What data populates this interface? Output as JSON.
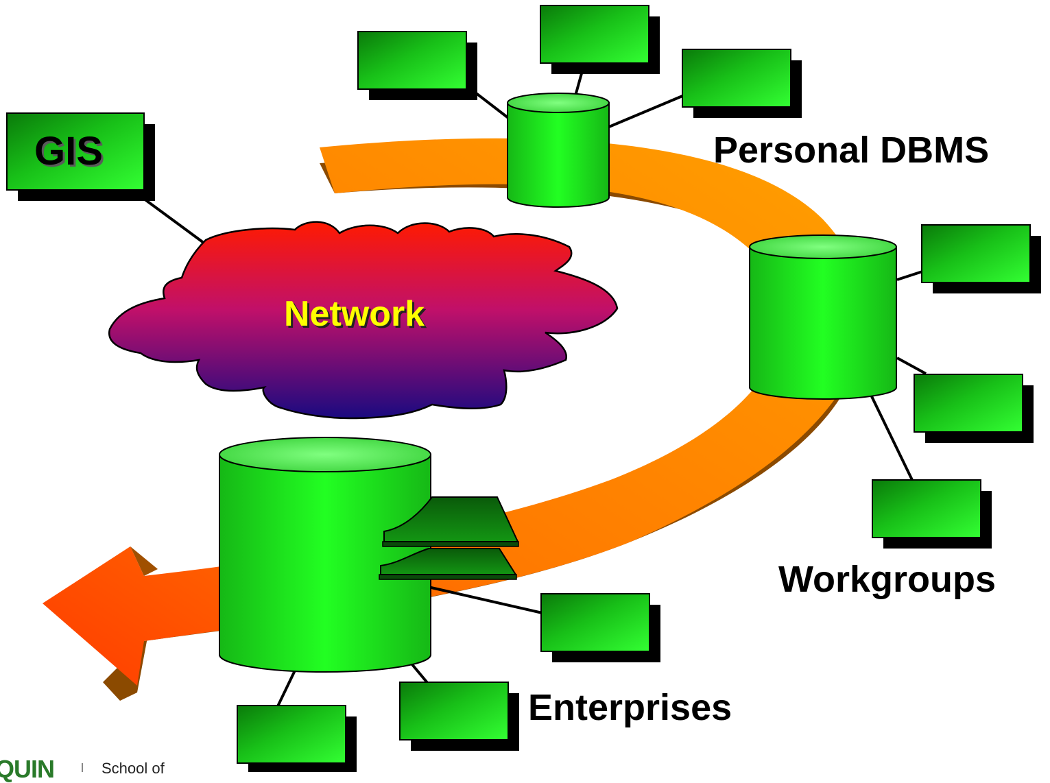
{
  "diagram": {
    "gis_label": "GIS",
    "network_label": "Network",
    "personal_dbms_label": "Personal DBMS",
    "workgroups_label": "Workgroups",
    "enterprises_label": "Enterprises"
  },
  "logo": {
    "wordmark": "NQUIN",
    "school_text": "School of"
  },
  "colors": {
    "box_green": "#1ec81e",
    "arrow_orange": "#ff8c00",
    "arrow_red": "#ff3c00",
    "cloud_top": "#ff1a00",
    "cloud_bottom": "#1a0a80",
    "network_text": "#ffff00"
  }
}
